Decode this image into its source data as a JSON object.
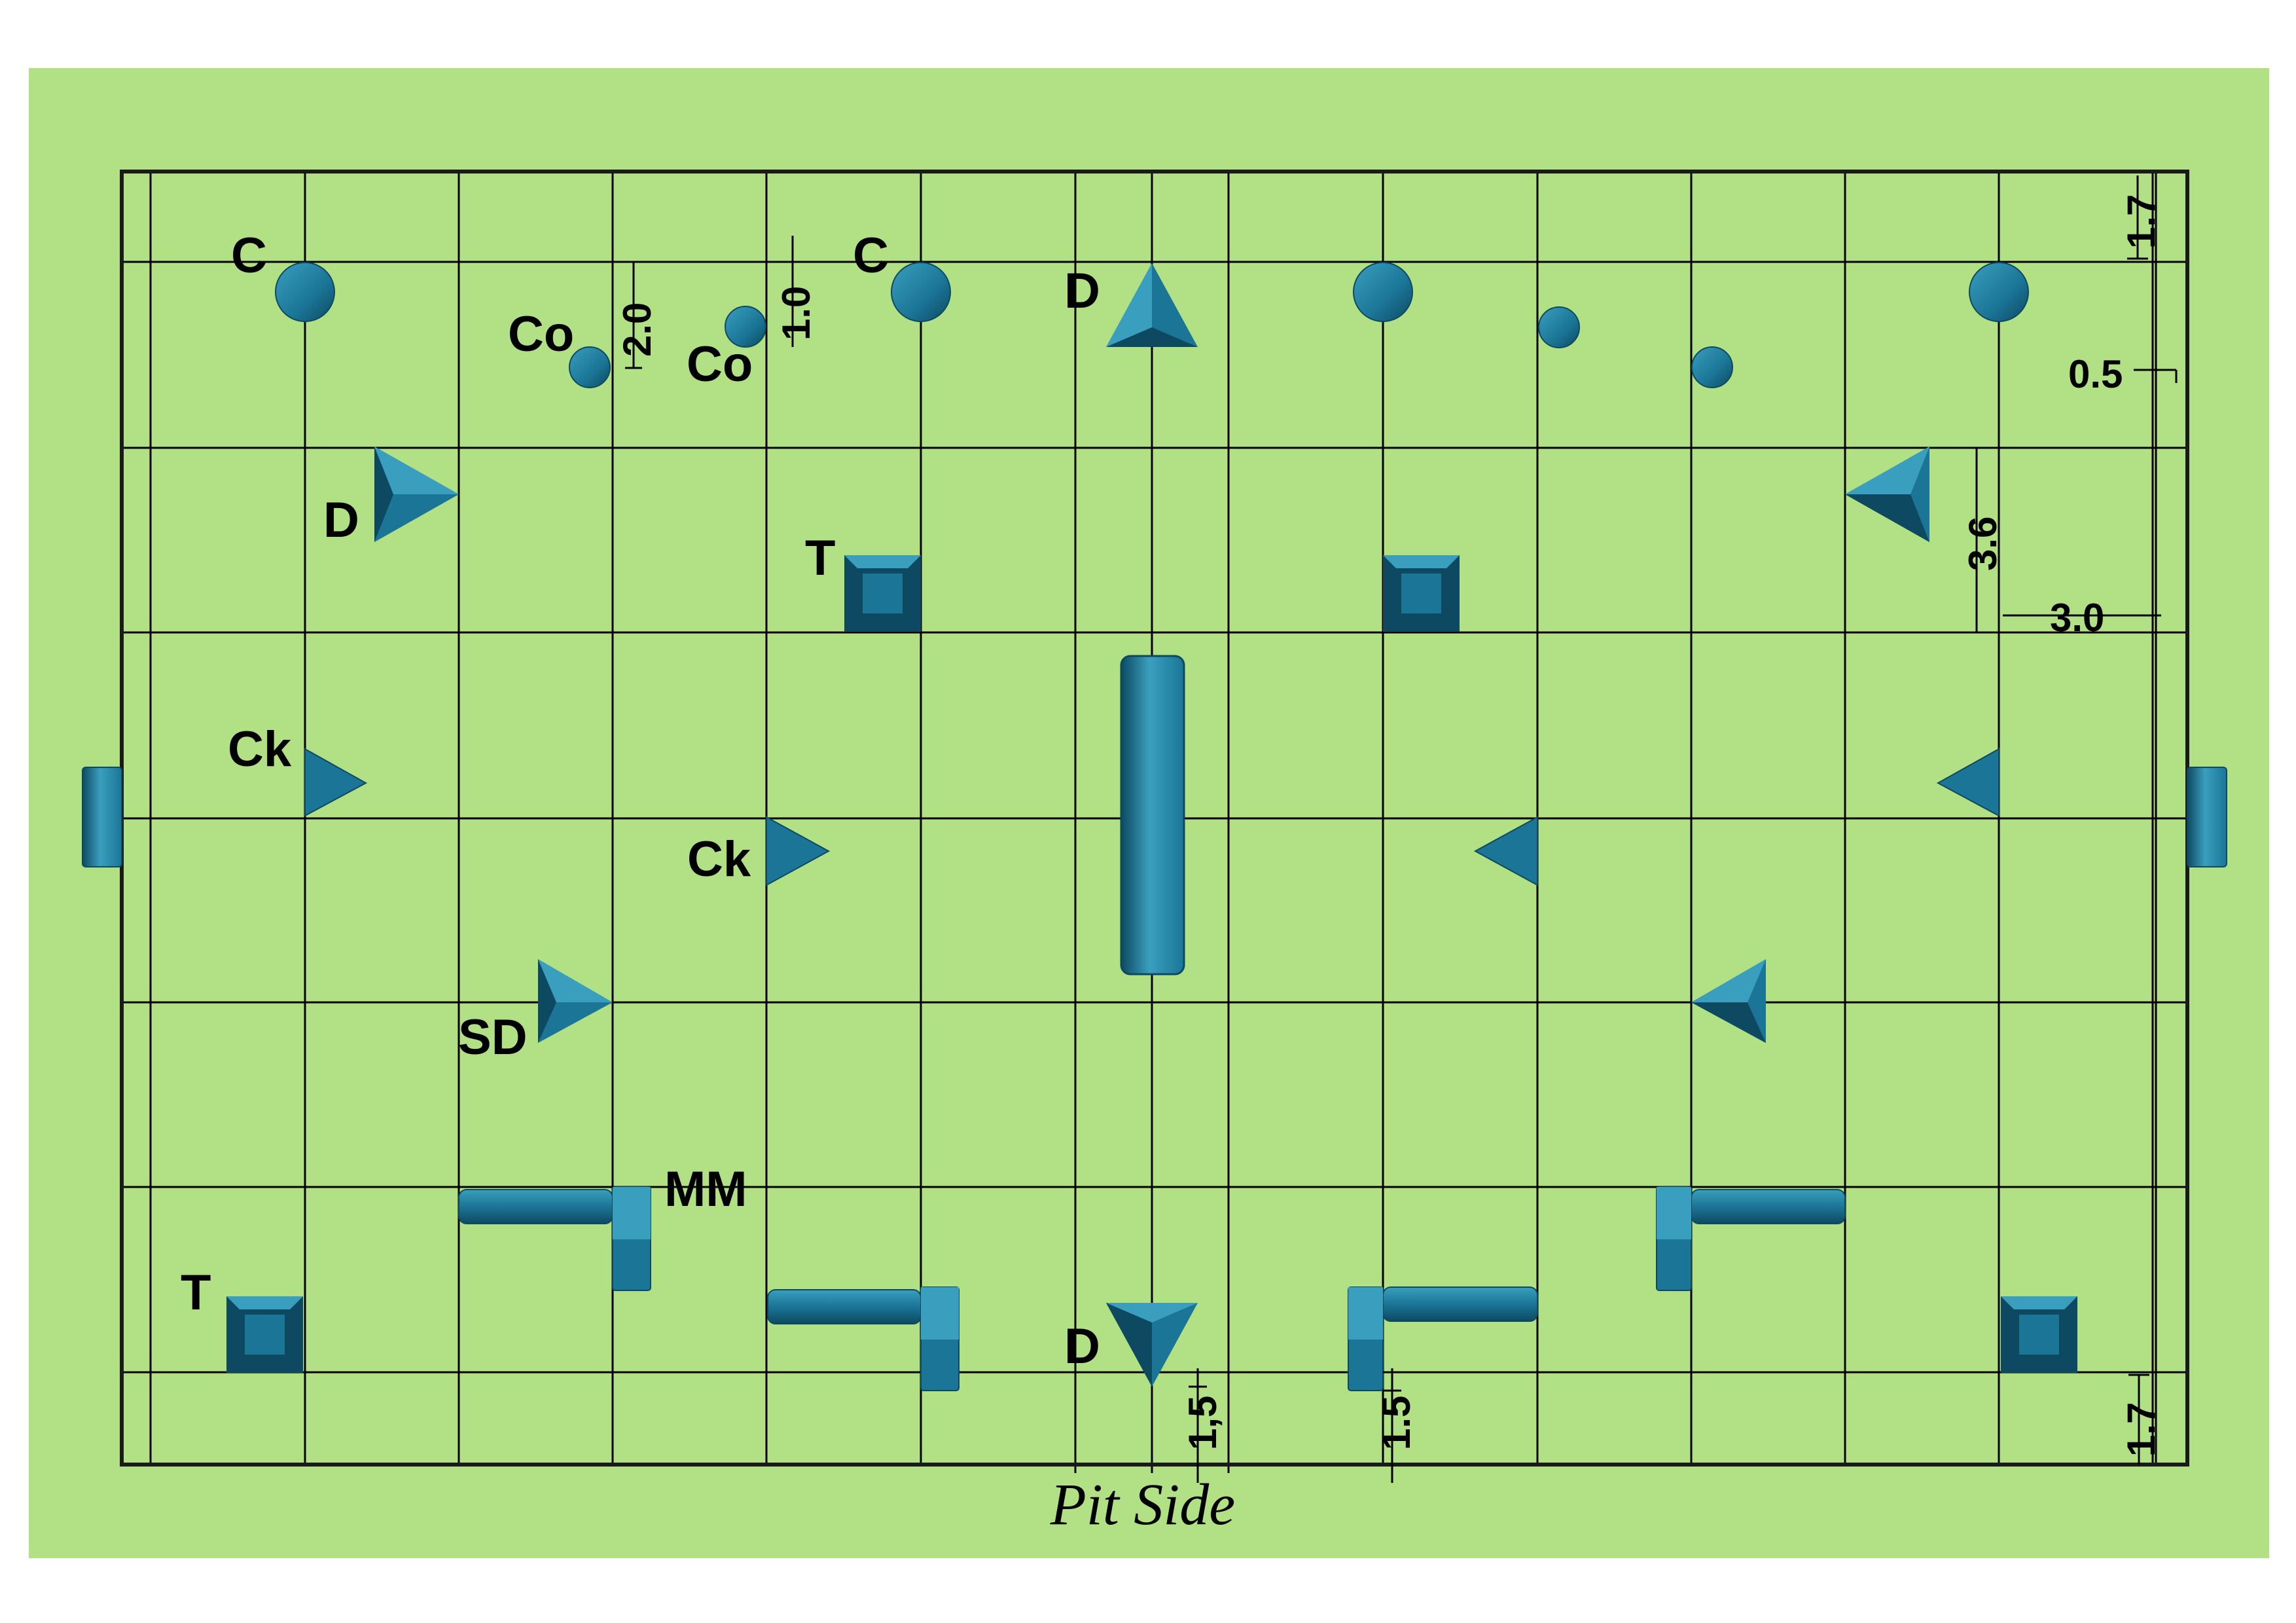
{
  "caption": "Pit Side",
  "colors": {
    "background": "#ffffff",
    "field": "#b2e084",
    "grid_line": "#000000",
    "obstacle_main": "#1b7596",
    "obstacle_light": "#3a9fbf",
    "obstacle_dark": "#0d4a62"
  },
  "labels": {
    "c1": "C",
    "co1": "Co",
    "co2": "Co",
    "c2": "C",
    "d_top": "D",
    "d_left": "D",
    "t_top": "T",
    "ck1": "Ck",
    "ck2": "Ck",
    "sd": "SD",
    "mm": "MM",
    "t_bottom": "T",
    "d_bottom": "D"
  },
  "dimensions": {
    "d17_top": "1.7",
    "d20": "2.0",
    "d10": "1.0",
    "d05": "0.5",
    "d36": "3.6",
    "d30": "3.0",
    "d15a": "1,5",
    "d15b": "1.5",
    "d17_bottom": "1.7"
  }
}
